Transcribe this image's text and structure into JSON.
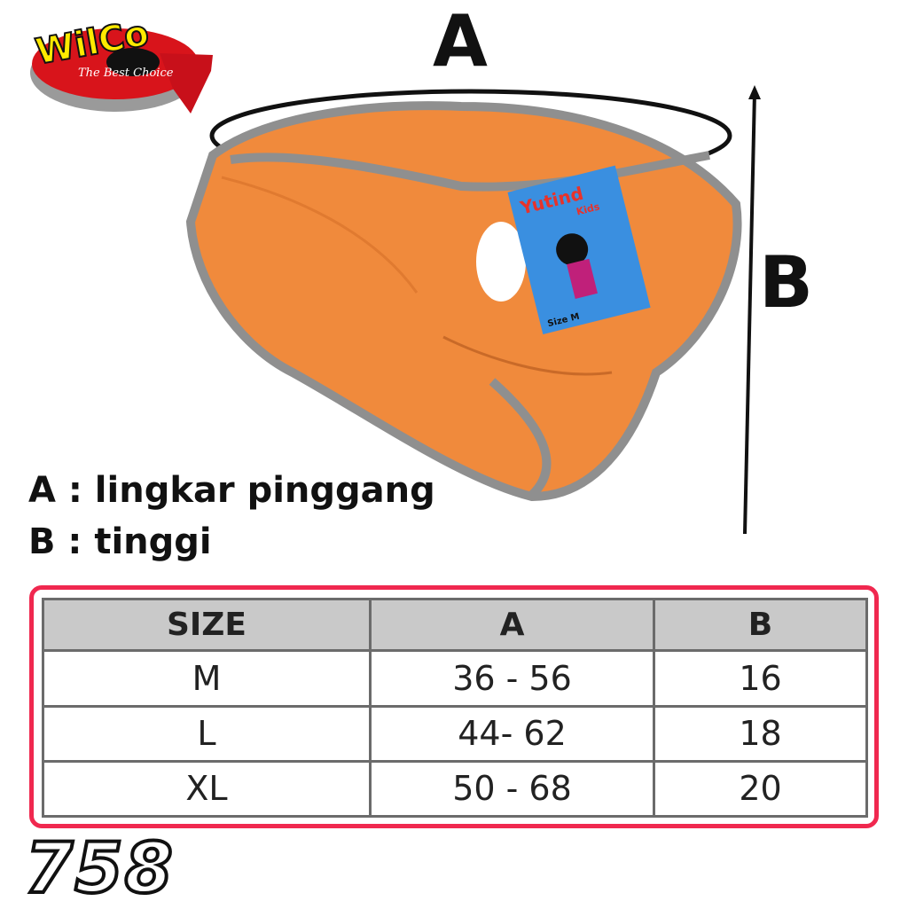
{
  "logo": {
    "brand": "WilCo",
    "tagline": "The Best Choice"
  },
  "product_tag": {
    "brand": "Yutind",
    "line": "Kids",
    "size": "Size M"
  },
  "dimension_labels": {
    "a": "A",
    "b": "B"
  },
  "legend": {
    "a": "A : lingkar pinggang",
    "b": "B : tinggi"
  },
  "size_table": {
    "headers": [
      "SIZE",
      "A",
      "B"
    ],
    "rows": [
      [
        "M",
        "36 - 56",
        "16"
      ],
      [
        "L",
        "44- 62",
        "18"
      ],
      [
        "XL",
        "50 - 68",
        "20"
      ]
    ]
  },
  "product_code": "758",
  "colors": {
    "frame": "#f0284f",
    "header": "#c9c9c9",
    "garment": "#f08a3c",
    "trim": "#8f8f8f"
  }
}
